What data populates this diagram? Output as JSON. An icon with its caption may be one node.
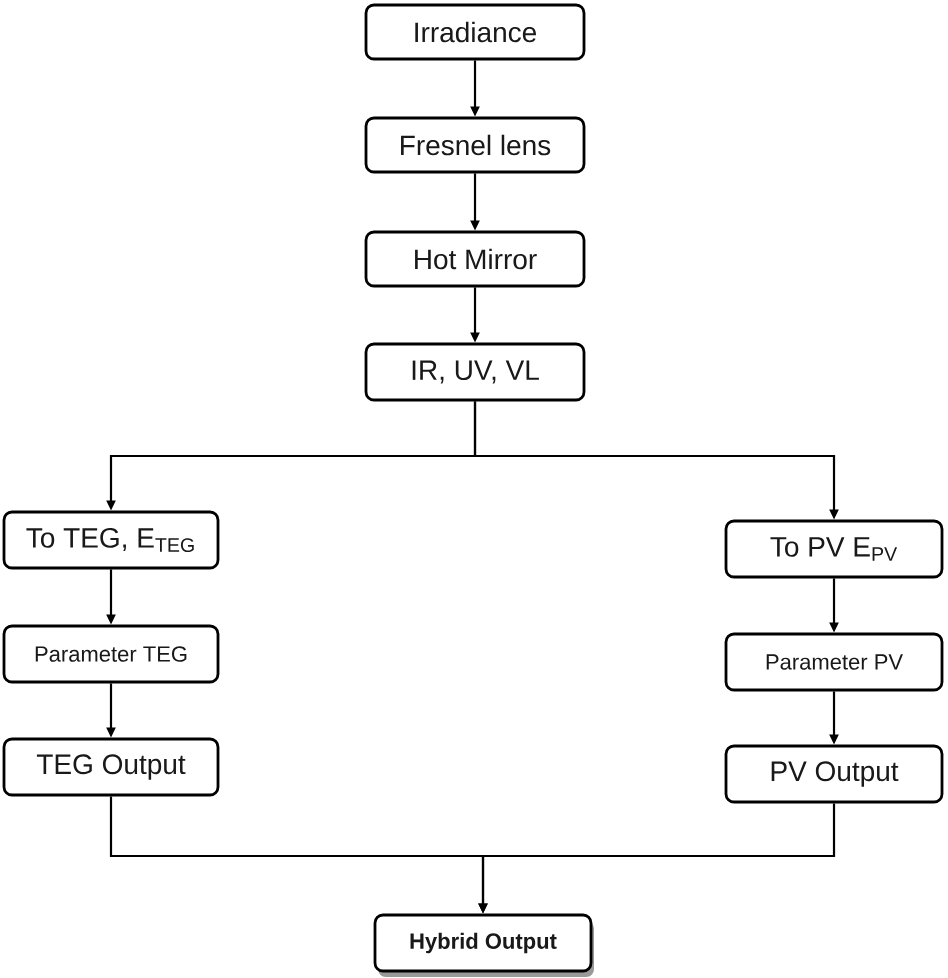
{
  "diagram": {
    "nodes": [
      {
        "text": [
          "Irradiance"
        ]
      },
      {
        "text": [
          "Fresnel lens"
        ]
      },
      {
        "text": [
          "Hot Mirror"
        ]
      },
      {
        "text": [
          "IR, UV, VL"
        ]
      },
      {
        "text": [
          "To TEG, E$_{TEG}$"
        ]
      },
      {
        "text": [
          "To PV E$_{PV}$"
        ]
      },
      {
        "text": [
          "Parameter TEG"
        ]
      },
      {
        "text": [
          "Parameter PV"
        ]
      },
      {
        "text": [
          "TEG Output"
        ]
      },
      {
        "text": [
          "PV Output"
        ]
      },
      {
        "text": [
          "Hybrid Output"
        ]
      }
    ],
    "edges": [
      {
        "from": 0,
        "to": 1,
        "arrow": "to"
      },
      {
        "from": 1,
        "to": 2,
        "arrow": "to"
      },
      {
        "from": 2,
        "to": 3,
        "arrow": "to"
      },
      {
        "from": 3,
        "to": 4,
        "arrow": "to"
      },
      {
        "from": 3,
        "to": 5,
        "arrow": "to"
      },
      {
        "from": 4,
        "to": 6,
        "arrow": "to"
      },
      {
        "from": 6,
        "to": 8,
        "arrow": "to"
      },
      {
        "from": 5,
        "to": 7,
        "arrow": "to"
      },
      {
        "from": 7,
        "to": 9,
        "arrow": "to"
      },
      {
        "from": 8,
        "to": 10,
        "arrow": "to"
      },
      {
        "from": 9,
        "to": 10,
        "arrow": "to"
      }
    ]
  }
}
